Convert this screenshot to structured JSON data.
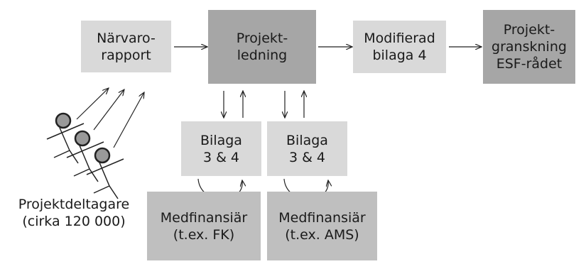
{
  "boxes": {
    "narvaro": [
      "Närvaro-",
      "rapport"
    ],
    "projektledning": [
      "Projekt-",
      "ledning"
    ],
    "modifierad": [
      "Modifierad",
      "bilaga 4"
    ],
    "projektgranskning": [
      "Projekt-",
      "granskning",
      "ESF-rådet"
    ],
    "bilaga_left": [
      "Bilaga",
      "3 & 4"
    ],
    "bilaga_right": [
      "Bilaga",
      "3 & 4"
    ],
    "medfin_left": [
      "Medfinansiär",
      "(t.ex. FK)"
    ],
    "medfin_right": [
      "Medfinansiär",
      "(t.ex. AMS)"
    ]
  },
  "participants": [
    "Projektdeltagare",
    "(cirka 120 000)"
  ]
}
